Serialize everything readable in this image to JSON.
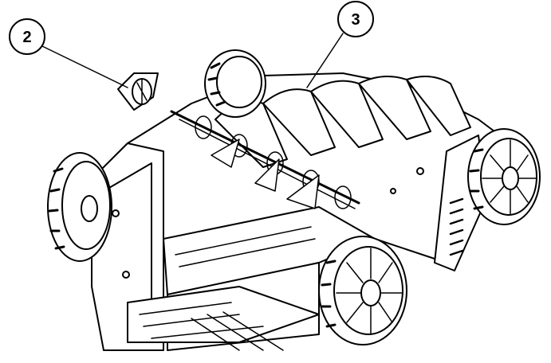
{
  "figure": {
    "callouts": [
      {
        "id": "callout-2",
        "label": "2"
      },
      {
        "id": "callout-3",
        "label": "3"
      }
    ],
    "colors": {
      "stroke": "#000000",
      "fill": "#ffffff",
      "shade": "#dcdcdc"
    }
  }
}
